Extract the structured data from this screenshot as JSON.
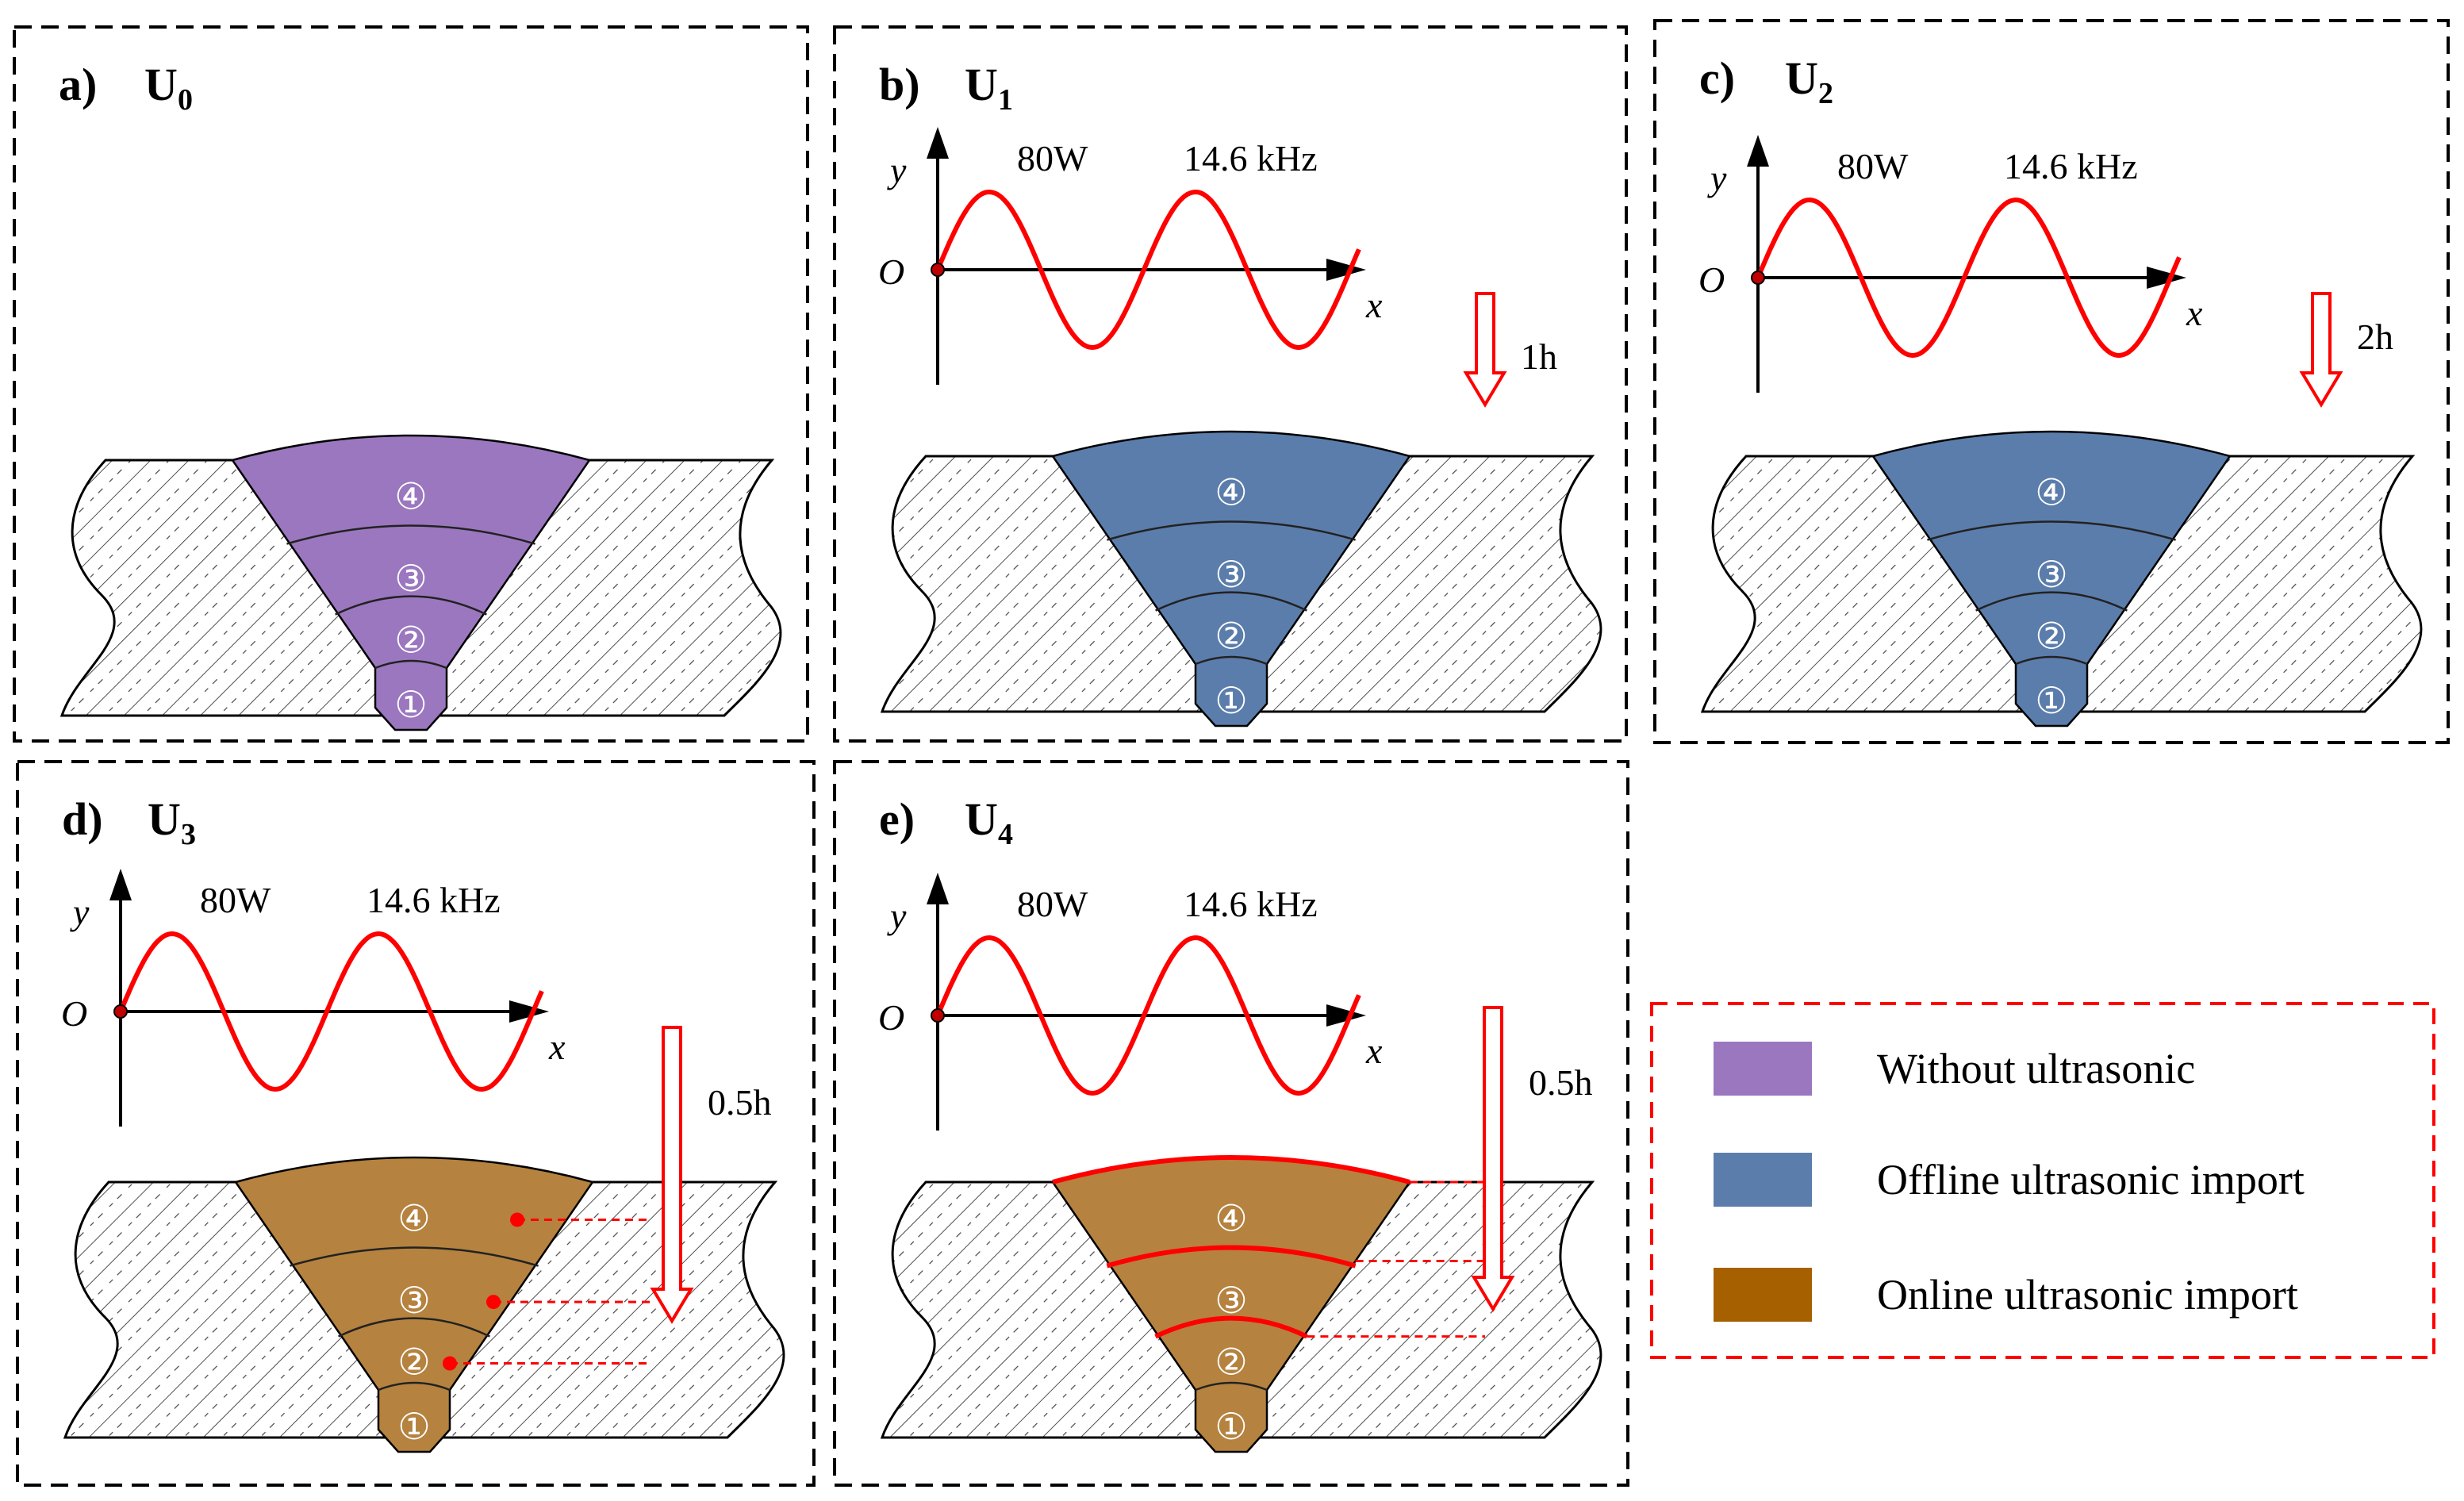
{
  "colors": {
    "without": "#9B77BF",
    "offline": "#5B7DAB",
    "online": "#B5823F",
    "legend_online": "#A66000",
    "wave": "#FF0000",
    "frame": "#000000",
    "legend_border": "#FF0000"
  },
  "panels": [
    {
      "id": "a",
      "label": "a)",
      "title": "U",
      "sub": "0",
      "region": "without",
      "wave": false
    },
    {
      "id": "b",
      "label": "b)",
      "title": "U",
      "sub": "1",
      "region": "offline",
      "wave": true,
      "power": "80W",
      "freq": "14.6 kHz",
      "time": "1h",
      "marks": "none"
    },
    {
      "id": "c",
      "label": "c)",
      "title": "U",
      "sub": "2",
      "region": "offline",
      "wave": true,
      "power": "80W",
      "freq": "14.6 kHz",
      "time": "2h",
      "marks": "none"
    },
    {
      "id": "d",
      "label": "d)",
      "title": "U",
      "sub": "3",
      "region": "online",
      "wave": true,
      "power": "80W",
      "freq": "14.6 kHz",
      "time": "0.5h",
      "marks": "dots"
    },
    {
      "id": "e",
      "label": "e)",
      "title": "U",
      "sub": "4",
      "region": "online",
      "wave": true,
      "power": "80W",
      "freq": "14.6 kHz",
      "time": "0.5h",
      "marks": "interfaces"
    }
  ],
  "axis": {
    "x": "x",
    "y": "y",
    "origin": "O"
  },
  "layers": [
    "①",
    "②",
    "③",
    "④"
  ],
  "legend": {
    "items": [
      {
        "key": "without",
        "label": "Without ultrasonic"
      },
      {
        "key": "offline",
        "label": "Offline ultrasonic import"
      },
      {
        "key": "online",
        "label": "Online ultrasonic import"
      }
    ]
  }
}
